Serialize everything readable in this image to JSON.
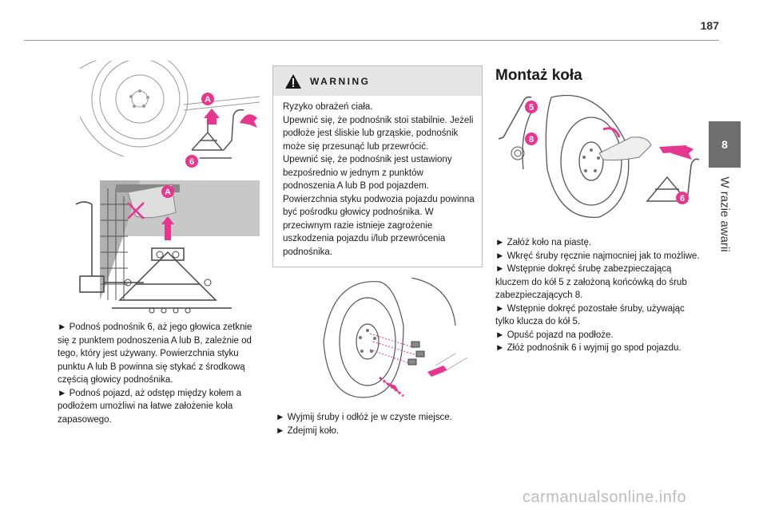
{
  "page": {
    "number": "187",
    "chapter_number": "8",
    "chapter_title": "W razie awarii"
  },
  "left_column": {
    "paragraphs": [
      "► Podnoś podnośnik 6, aż jego głowica zetknie się z punktem podnoszenia A lub B, zależnie od tego, który jest używany. Powierzchnia styku punktu A lub B powinna się stykać z środkową częścią głowicy podnośnika.",
      "► Podnoś pojazd, aż odstęp między kołem a podłożem umożliwi na łatwe założenie koła zapasowego."
    ],
    "figure_top_labels": [
      "A",
      "6"
    ],
    "figure_bottom_labels": [
      "A"
    ]
  },
  "warning": {
    "title": "WARNING",
    "icon": "warning-triangle-icon",
    "paragraphs": [
      "Ryzyko obrażeń ciała.",
      "Upewnić się, że podnośnik stoi stabilnie. Jeżeli podłoże jest śliskie lub grząskie, podnośnik może się przesunąć lub przewrócić.",
      "Upewnić się, że podnośnik jest ustawiony bezpośrednio w jednym z punktów podnoszenia A lub B pod pojazdem.",
      "Powierzchnia styku podwozia pojazdu powinna być pośrodku głowicy podnośnika. W przeciwnym razie istnieje zagrożenie uszkodzenia pojazdu i/lub przewrócenia podnośnika."
    ]
  },
  "middle_column": {
    "paragraphs": [
      "► Wyjmij śruby i odłóż je w czyste miejsce.",
      "► Zdejmij koło."
    ]
  },
  "right_column": {
    "title": "Montaż koła",
    "figure_labels": [
      "5",
      "8",
      "6"
    ],
    "paragraphs": [
      "► Załóż koło na piastę.",
      "► Wkręć śruby ręcznie najmocniej jak to możliwe.",
      "► Wstępnie dokręć śrubę zabezpieczającą kluczem do kół 5 z założoną końcówką do śrub zabezpieczających 8.",
      "► Wstępnie dokręć pozostałe śruby, używając tylko klucza do kół 5.",
      "► Opuść pojazd na podłoże.",
      "► Złóż podnośnik 6 i wyjmij go spod pojazdu."
    ]
  },
  "footer": {
    "watermark": "carmanualsonline.info"
  },
  "colors": {
    "callout": "#e8368f",
    "tab": "#6f6f6f",
    "rule": "#999999"
  }
}
